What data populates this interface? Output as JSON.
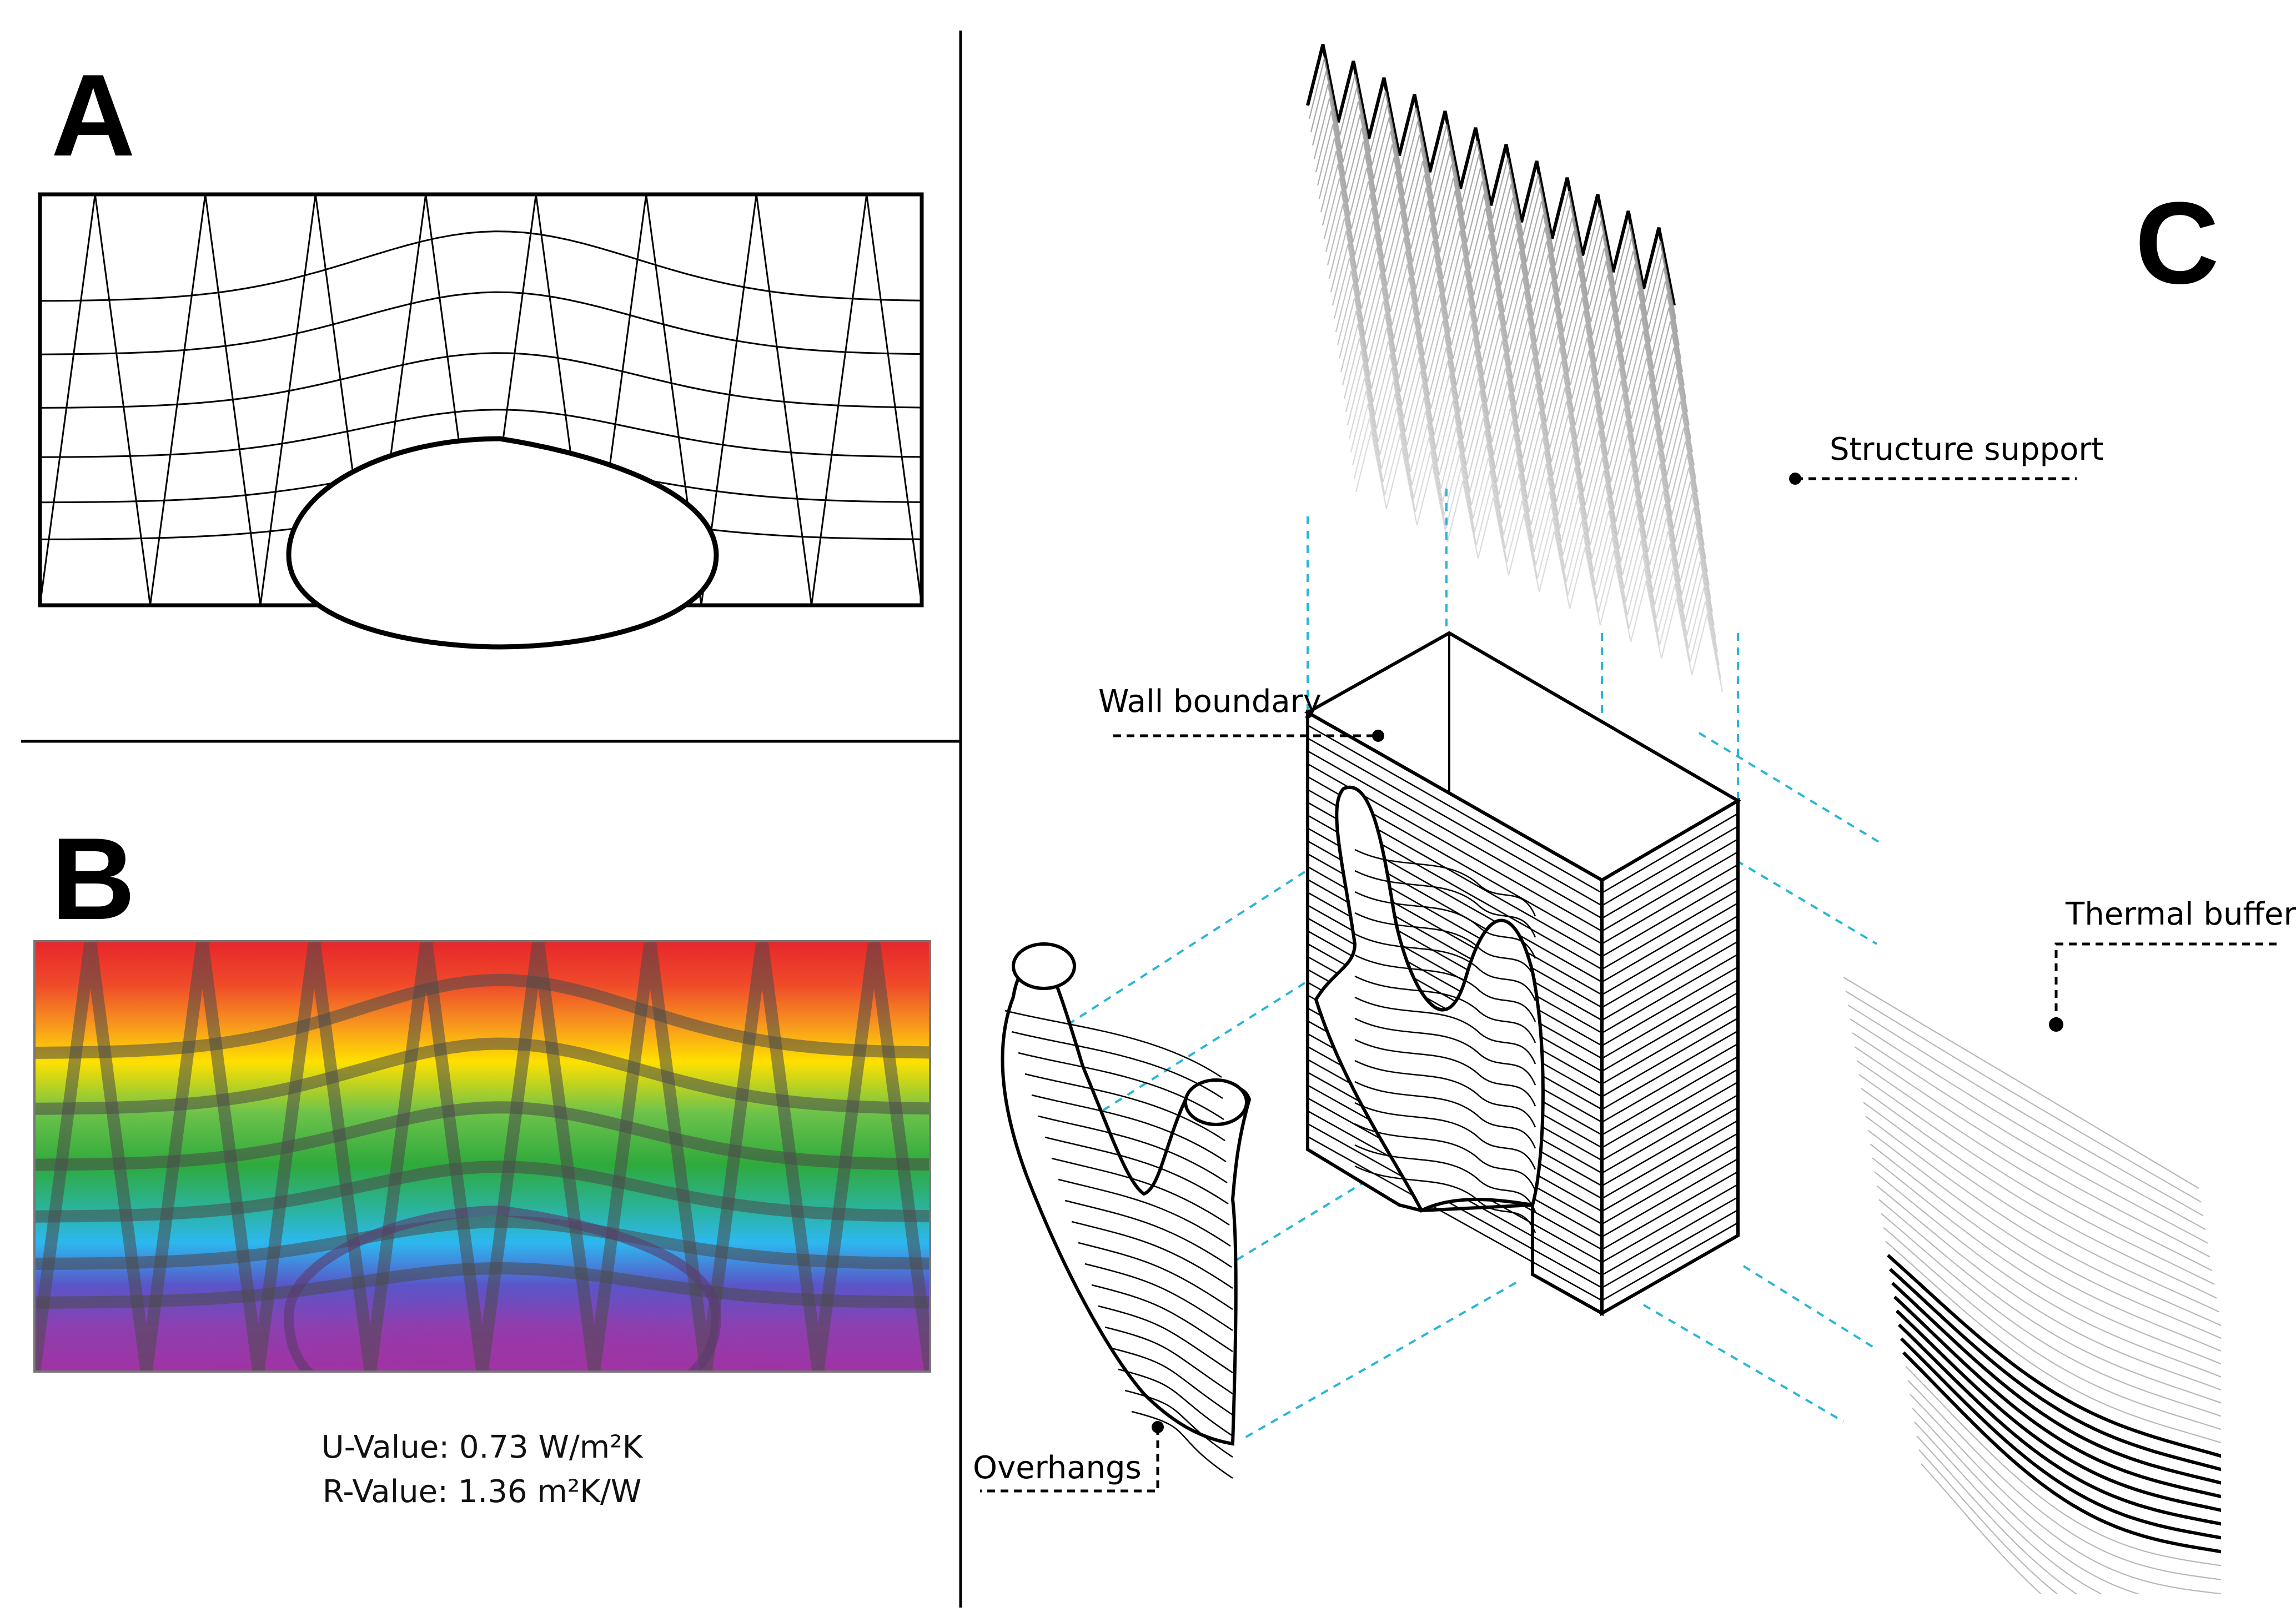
{
  "panels": {
    "a": {
      "letter": "A"
    },
    "b": {
      "letter": "B",
      "u_value": "U-Value: 0.73 W/m²K",
      "r_value": "R-Value: 1.36 m²K/W"
    },
    "c": {
      "letter": "C"
    }
  },
  "callouts": {
    "structure_support": "Structure support",
    "wall_boundary": "Wall boundary",
    "thermal_buffer": "Thermal buffer",
    "overhangs": "Overhangs"
  },
  "colors": {
    "line": "#000000",
    "projection": "#29b6d6",
    "heat_hot": "#e8262b",
    "heat_mid": "#2faa3c",
    "heat_cold": "#a033a3"
  }
}
